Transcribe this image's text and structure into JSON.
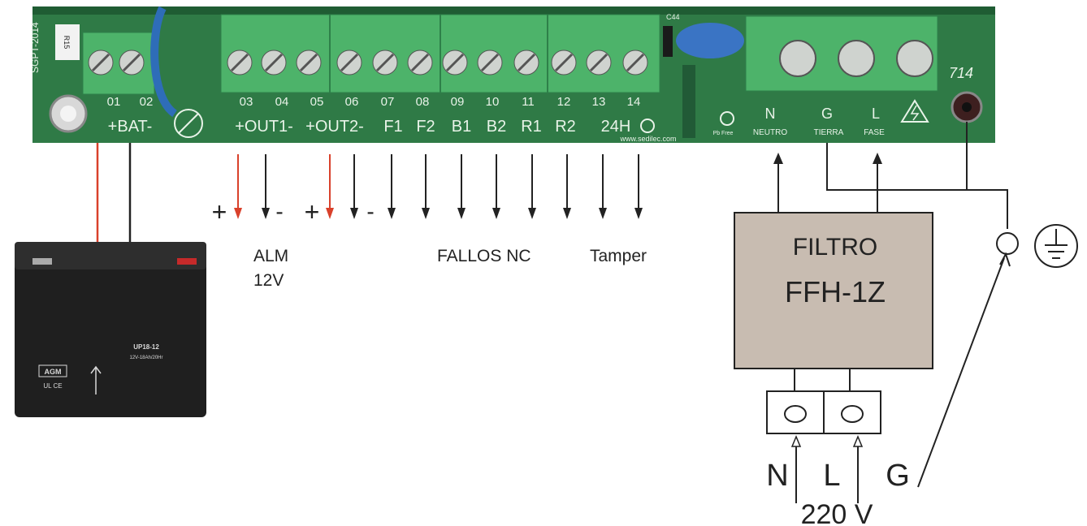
{
  "board": {
    "side_label": "SGPT-2014",
    "terminal_numbers": [
      "01",
      "02",
      "03",
      "04",
      "05",
      "06",
      "07",
      "08",
      "09",
      "10",
      "11",
      "12",
      "13",
      "14"
    ],
    "labels": [
      "+BAT-",
      "+OUT1-",
      "+OUT2-",
      "F1",
      "F2",
      "B1",
      "B2",
      "R1",
      "R2",
      "24H"
    ],
    "website": "www.sedilec.com",
    "component": "C44",
    "power_labels": [
      "N",
      "G",
      "L"
    ],
    "power_sublabels": [
      "NEUTRO",
      "TIERRA",
      "FASE"
    ],
    "pb_free": "Pb Free",
    "model_fragment": "714",
    "colors": {
      "pcb": "#2f7a46",
      "terminal": "#4db36a",
      "red_wire": "#d9412b"
    }
  },
  "diagram": {
    "plus": "+",
    "minus": "-",
    "alarm_label_1": "ALM",
    "alarm_label_2": "12V",
    "faults_label": "FALLOS NC",
    "tamper_label": "Tamper",
    "filter_title": "FILTRO",
    "filter_model": "FFH-1Z",
    "mains_n": "N",
    "mains_l": "L",
    "mains_g": "G",
    "voltage": "220 V",
    "ground_icon": "earth-ground-icon"
  },
  "battery": {
    "model": "UP18-12",
    "spec": "12V-18Ah/20Hr",
    "brand": "AGM",
    "marks": "UL CE"
  }
}
